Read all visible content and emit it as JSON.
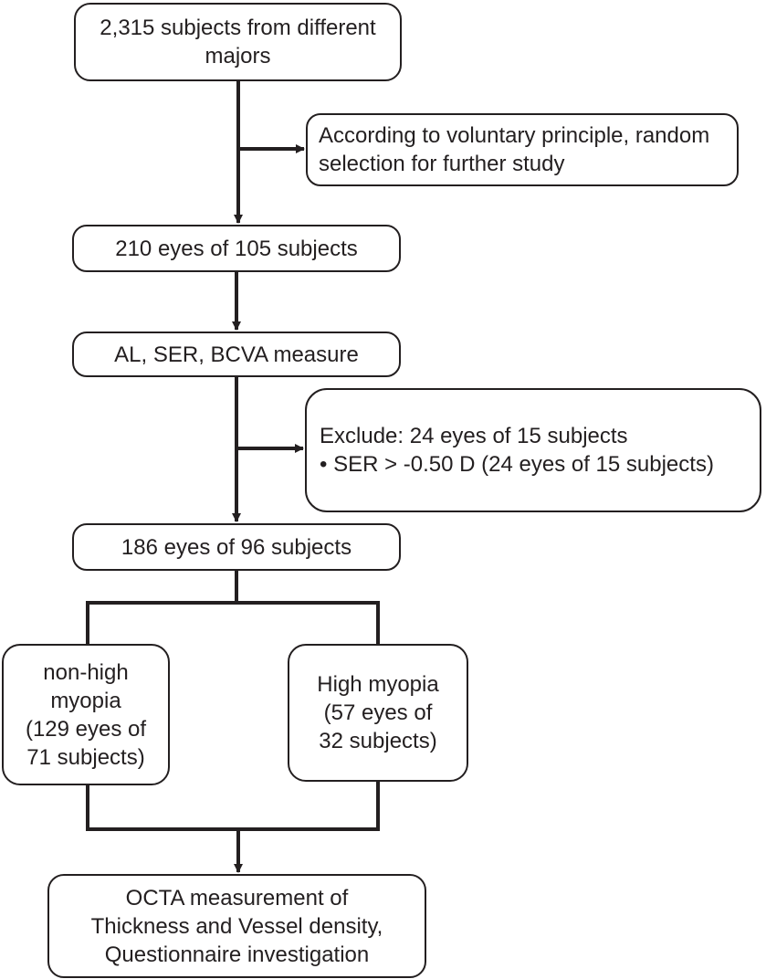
{
  "diagram": {
    "start": {
      "lines": [
        "2,315 subjects from different",
        "majors"
      ]
    },
    "random_selection": {
      "lines": [
        "According to voluntary principle, random",
        "selection for further study"
      ]
    },
    "eyes_210": {
      "lines": [
        "210 eyes of 105 subjects"
      ]
    },
    "measure": {
      "lines": [
        "AL, SER, BCVA measure"
      ]
    },
    "exclude": {
      "lines": [
        "Exclude: 24 eyes of 15 subjects",
        "• SER > -0.50 D (24 eyes of  15 subjects)"
      ]
    },
    "eyes_186": {
      "lines": [
        "186 eyes of 96 subjects"
      ]
    },
    "non_high_myopia": {
      "lines": [
        "non-high",
        "myopia",
        "(129 eyes of",
        "71 subjects)"
      ]
    },
    "high_myopia": {
      "lines": [
        "High myopia",
        "(57 eyes of",
        "32 subjects)"
      ]
    },
    "octa": {
      "lines": [
        "OCTA measurement of",
        "Thickness and Vessel density,",
        "Questionnaire investigation"
      ]
    }
  },
  "colors": {
    "line": "#231f20",
    "text": "#231f20",
    "background": "#ffffff"
  }
}
